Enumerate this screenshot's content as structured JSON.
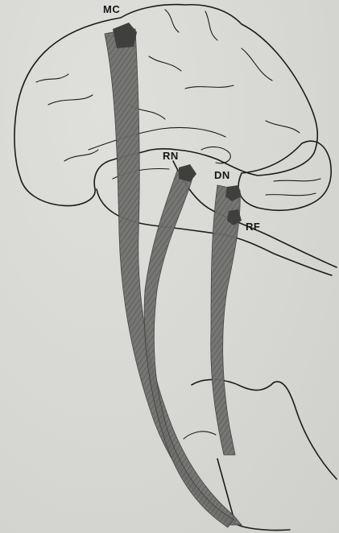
{
  "labels": {
    "mc": "MC",
    "rn": "RN",
    "dn": "DN",
    "rf": "RF"
  },
  "colors": {
    "background": "#d9d9d7",
    "outline": "#1b1b1b",
    "tract": "#6f6f6d",
    "nucleus": "#3f3f3d"
  }
}
